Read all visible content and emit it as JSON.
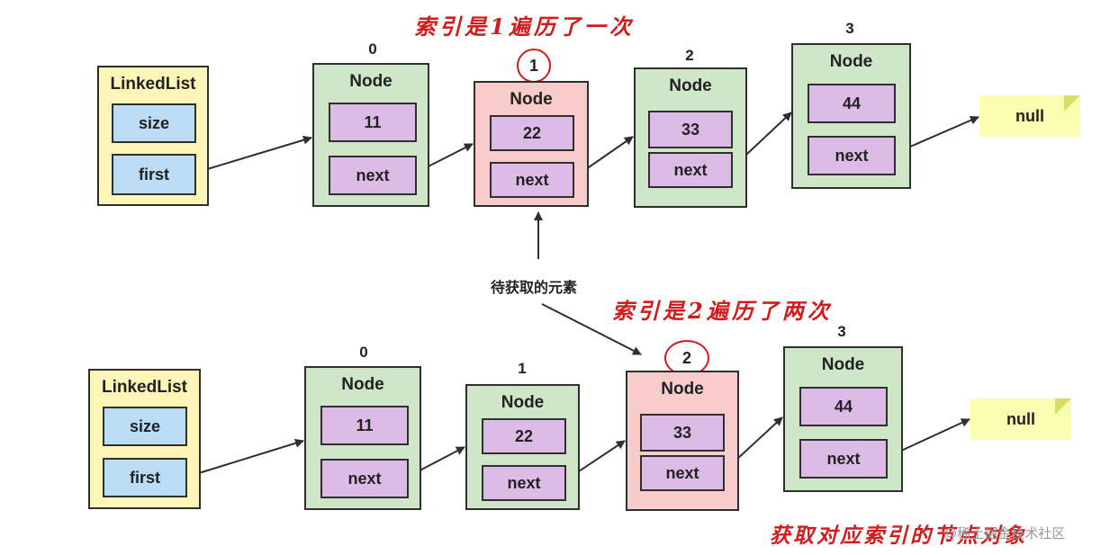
{
  "diagram": {
    "top": {
      "caption": "索引是1遍历了一次",
      "circled_index": "1",
      "linkedlist": {
        "title": "LinkedList",
        "size_label": "size",
        "first_label": "first"
      },
      "nodes": [
        {
          "index": "0",
          "title": "Node",
          "value": "11",
          "next": "next"
        },
        {
          "index": "1",
          "title": "Node",
          "value": "22",
          "next": "next"
        },
        {
          "index": "2",
          "title": "Node",
          "value": "33",
          "next": "next"
        },
        {
          "index": "3",
          "title": "Node",
          "value": "44",
          "next": "next"
        }
      ],
      "null_label": "null"
    },
    "middle_label": "待获取的元素",
    "bottom": {
      "caption": "索引是2遍历了两次",
      "circled_index": "2",
      "linkedlist": {
        "title": "LinkedList",
        "size_label": "size",
        "first_label": "first"
      },
      "nodes": [
        {
          "index": "0",
          "title": "Node",
          "value": "11",
          "next": "next"
        },
        {
          "index": "1",
          "title": "Node",
          "value": "22",
          "next": "next"
        },
        {
          "index": "2",
          "title": "Node",
          "value": "33",
          "next": "next"
        },
        {
          "index": "3",
          "title": "Node",
          "value": "44",
          "next": "next"
        }
      ],
      "null_label": "null"
    },
    "footer_caption": "获取对应索引的节点对象",
    "watermark": "@稀土掘金技术社区"
  },
  "colors": {
    "linkedlist_fill": "#fdf6b8",
    "node_fill": "#cfe6c9",
    "selected_node_fill": "#f9cccc",
    "field_fill": "#bcdcf5",
    "cell_fill": "#dcbce6",
    "null_fill": "#fafcb0",
    "annotation_red": "#d41b1b"
  }
}
